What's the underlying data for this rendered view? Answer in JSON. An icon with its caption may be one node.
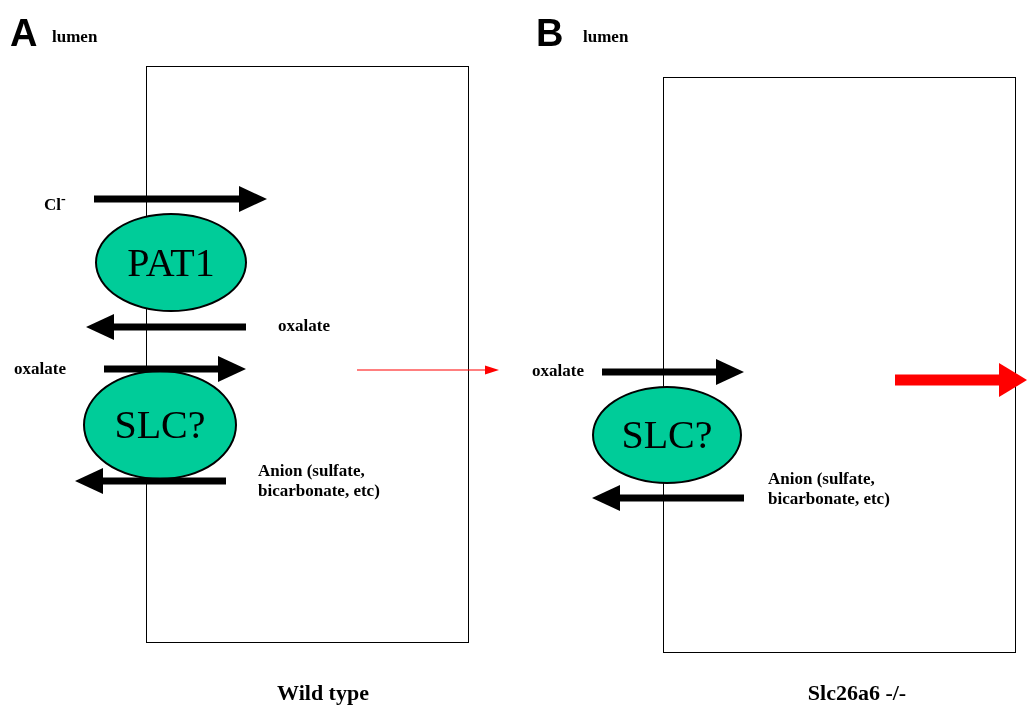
{
  "diagram": {
    "nodes": [
      {
        "text": [],
        "shape": "box",
        "beside": [
          "Wild type"
        ]
      },
      {
        "text": [
          "PAT1"
        ]
      },
      {
        "text": [
          "SLC?"
        ]
      },
      {
        "text": [],
        "shape": "box",
        "beside": [
          "Slc26a6 -/-"
        ]
      },
      {
        "text": [
          "SLC?"
        ]
      }
    ],
    "labels": [
      "A",
      "lumen",
      "Cl$^{-}$",
      "oxalate",
      "oxalate",
      "Anion (sulfate, bicarbonate, etc)",
      "B",
      "lumen",
      "oxalate",
      "Anion (sulfate, bicarbonate, etc)"
    ]
  }
}
